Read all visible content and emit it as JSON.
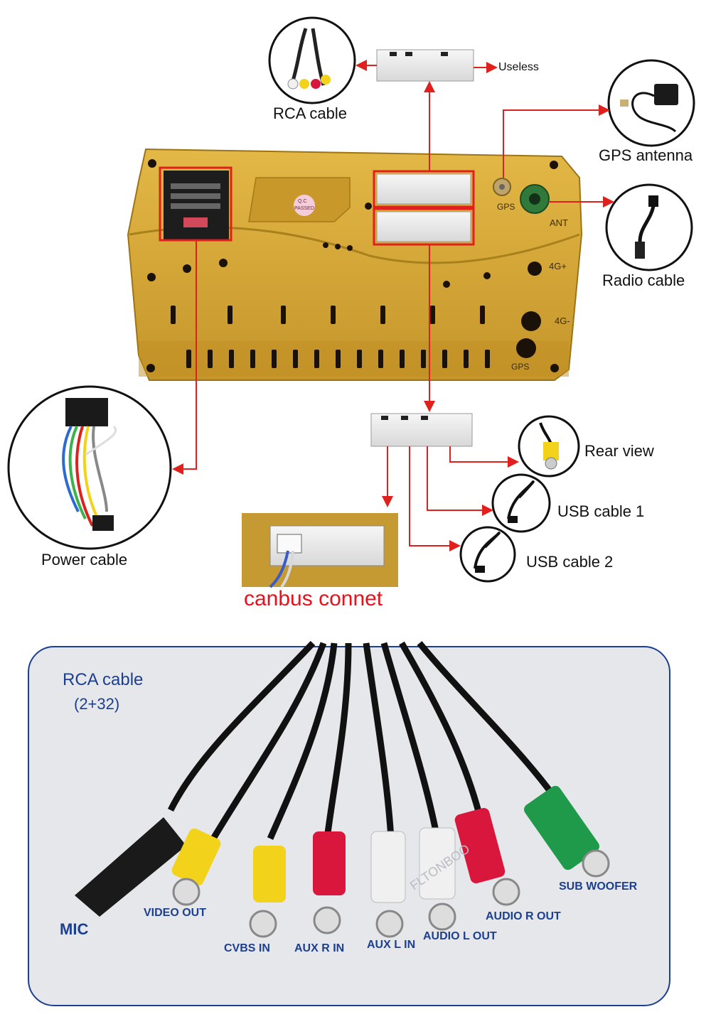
{
  "top": {
    "labels": {
      "rca": "RCA cable",
      "useless": "Useless",
      "gps_antenna": "GPS antenna",
      "radio": "Radio cable",
      "power": "Power cable",
      "rear_view": "Rear view",
      "usb1": "USB cable 1",
      "usb2": "USB cable 2",
      "canbus": "canbus connet"
    },
    "unit_marks": {
      "qc": "Q.C",
      "passed": "PASSED",
      "gps1": "GPS",
      "ant": "ANT",
      "4g_plus": "4G+",
      "4g_minus": "4G-",
      "gps2": "GPS"
    }
  },
  "bottom": {
    "title": "RCA cable",
    "subtitle": "(2+32)",
    "connectors": [
      {
        "label": "MIC",
        "color": "#1a1a1a"
      },
      {
        "label": "VIDEO OUT",
        "color": "#f2d21b"
      },
      {
        "label": "CVBS IN",
        "color": "#f2d21b"
      },
      {
        "label": "AUX R IN",
        "color": "#d9163c"
      },
      {
        "label": "AUX L IN",
        "color": "#f0f0f0"
      },
      {
        "label": "AUDIO L OUT",
        "color": "#f0f0f0"
      },
      {
        "label": "AUDIO R OUT",
        "color": "#d9163c"
      },
      {
        "label": "SUB WOOFER",
        "color": "#1e9a4a"
      }
    ],
    "watermark": "FLTONBOO"
  },
  "colors": {
    "arrow": "#e0201c",
    "unit_body": "#d4a630",
    "label_blue": "#1c3f8f",
    "canbus_red": "#e8101a"
  }
}
